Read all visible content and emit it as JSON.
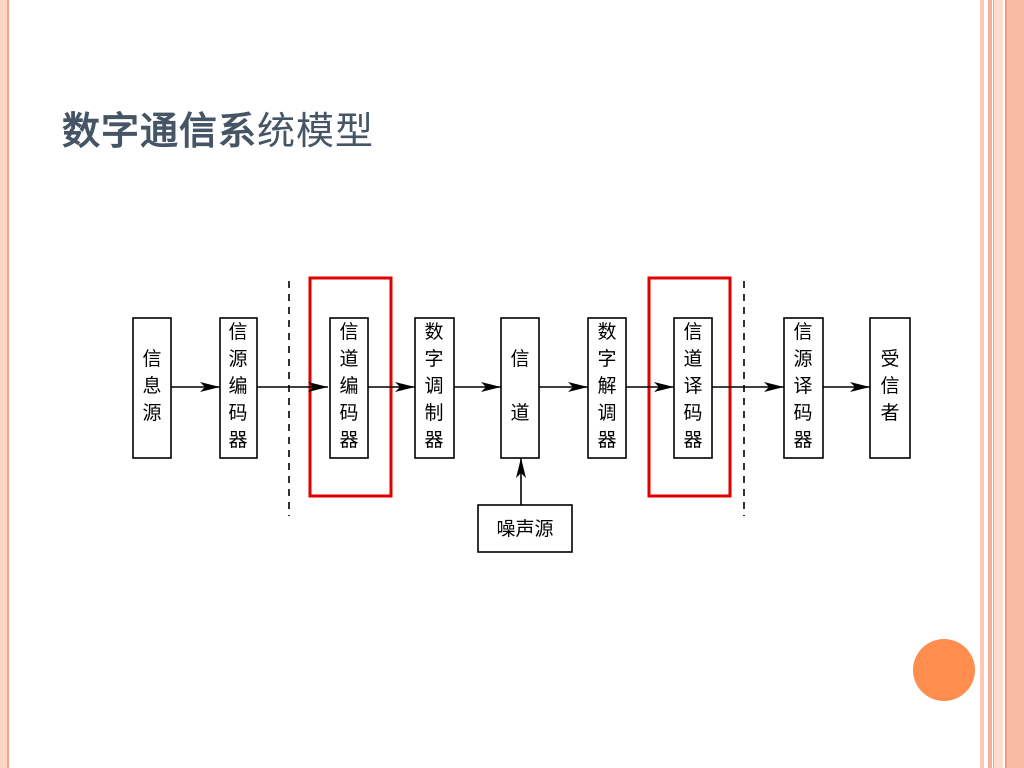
{
  "slide": {
    "title_bold": "数字通信系",
    "title_rest": "统模型"
  },
  "diagram": {
    "blocks": [
      {
        "id": "info-source",
        "label": "信息源"
      },
      {
        "id": "source-encoder",
        "label": "信源编码器"
      },
      {
        "id": "channel-encoder",
        "label": "信道编码器"
      },
      {
        "id": "digital-modulator",
        "label": "数字调制器"
      },
      {
        "id": "channel",
        "label": "信道"
      },
      {
        "id": "digital-demodulator",
        "label": "数字解调器"
      },
      {
        "id": "channel-decoder",
        "label": "信道译码器"
      },
      {
        "id": "source-decoder",
        "label": "信源译码器"
      },
      {
        "id": "receiver",
        "label": "受信者"
      },
      {
        "id": "noise-source",
        "label": "噪声源"
      }
    ],
    "edges": [
      {
        "from": "info-source",
        "to": "source-encoder"
      },
      {
        "from": "source-encoder",
        "to": "channel-encoder"
      },
      {
        "from": "channel-encoder",
        "to": "digital-modulator"
      },
      {
        "from": "digital-modulator",
        "to": "channel"
      },
      {
        "from": "channel",
        "to": "digital-demodulator"
      },
      {
        "from": "digital-demodulator",
        "to": "channel-decoder"
      },
      {
        "from": "channel-decoder",
        "to": "source-decoder"
      },
      {
        "from": "source-decoder",
        "to": "receiver"
      },
      {
        "from": "noise-source",
        "to": "channel"
      }
    ],
    "highlighted": [
      "channel-encoder",
      "channel-decoder"
    ],
    "highlight_color": "#e00000"
  },
  "theme": {
    "title_color": "#455565",
    "accent_dot_color": "#ff8d4d",
    "border_color": "#f4a486"
  }
}
